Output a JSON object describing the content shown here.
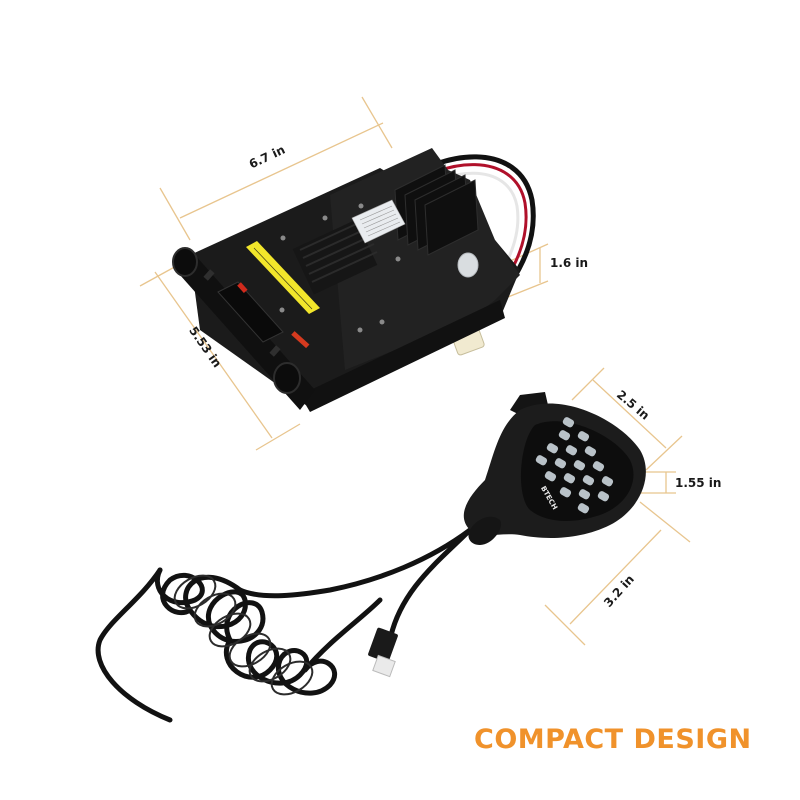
{
  "headline": {
    "text": "COMPACT DESIGN",
    "color": "#f0922b"
  },
  "colors": {
    "accent": "#f0922b",
    "dimension_line": "#e8c58e",
    "device_body": "#1b1b1b",
    "label_yellow": "#f2e62b",
    "wire_red": "#b0102a",
    "keypad_key": "#b9c2c8"
  },
  "radio": {
    "name": "mobile-radio-unit",
    "dimensions": {
      "width": "6.7 in",
      "depth": "5.53 in",
      "height": "1.6 in"
    }
  },
  "microphone": {
    "name": "handheld-microphone",
    "brand": "BTECH",
    "dimensions": {
      "width": "2.5 in",
      "thickness": "1.55 in",
      "length": "3.2 in"
    }
  }
}
